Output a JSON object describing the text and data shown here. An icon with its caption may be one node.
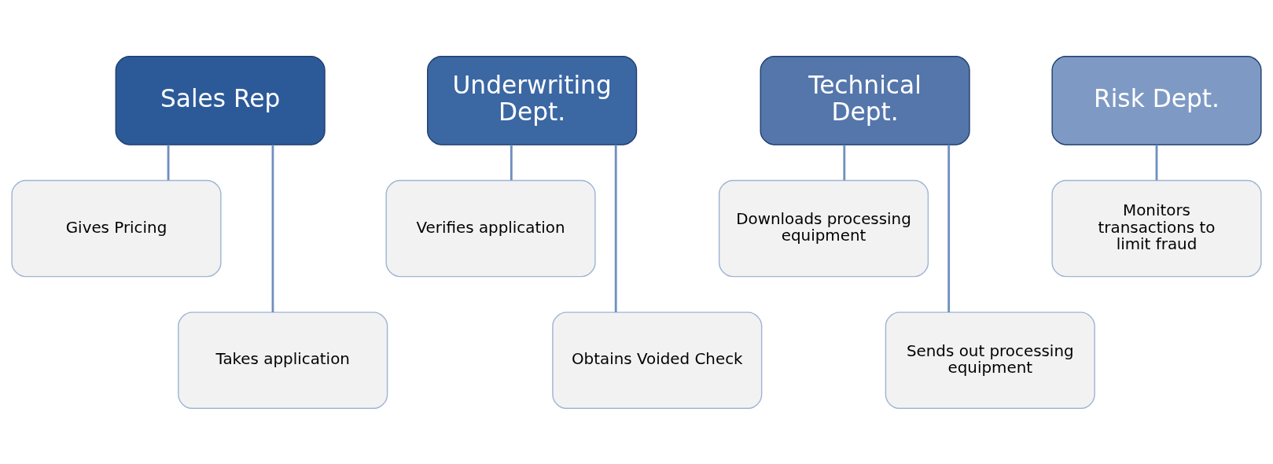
{
  "diagram": {
    "nodes": [
      {
        "text": [
          "Sales Rep"
        ]
      },
      {
        "text": [
          "Gives Pricing"
        ]
      },
      {
        "text": [
          "Takes application"
        ]
      },
      {
        "text": [
          "Underwriting Dept."
        ]
      },
      {
        "text": [
          "Verifies application"
        ]
      },
      {
        "text": [
          "Obtains Voided Check"
        ]
      },
      {
        "text": [
          "Technical Dept."
        ]
      },
      {
        "text": [
          "Downloads processing equipment"
        ]
      },
      {
        "text": [
          "Sends out processing equipment"
        ]
      },
      {
        "text": [
          "Risk Dept."
        ]
      },
      {
        "text": [
          "Monitors transactions to limit fraud"
        ]
      }
    ],
    "edges": [
      {
        "from": 0,
        "to": 1,
        "arrow": "none"
      },
      {
        "from": 0,
        "to": 2,
        "arrow": "none"
      },
      {
        "from": 3,
        "to": 4,
        "arrow": "none"
      },
      {
        "from": 3,
        "to": 5,
        "arrow": "none"
      },
      {
        "from": 6,
        "to": 7,
        "arrow": "none"
      },
      {
        "from": 6,
        "to": 8,
        "arrow": "none"
      },
      {
        "from": 9,
        "to": 10,
        "arrow": "none"
      }
    ]
  }
}
